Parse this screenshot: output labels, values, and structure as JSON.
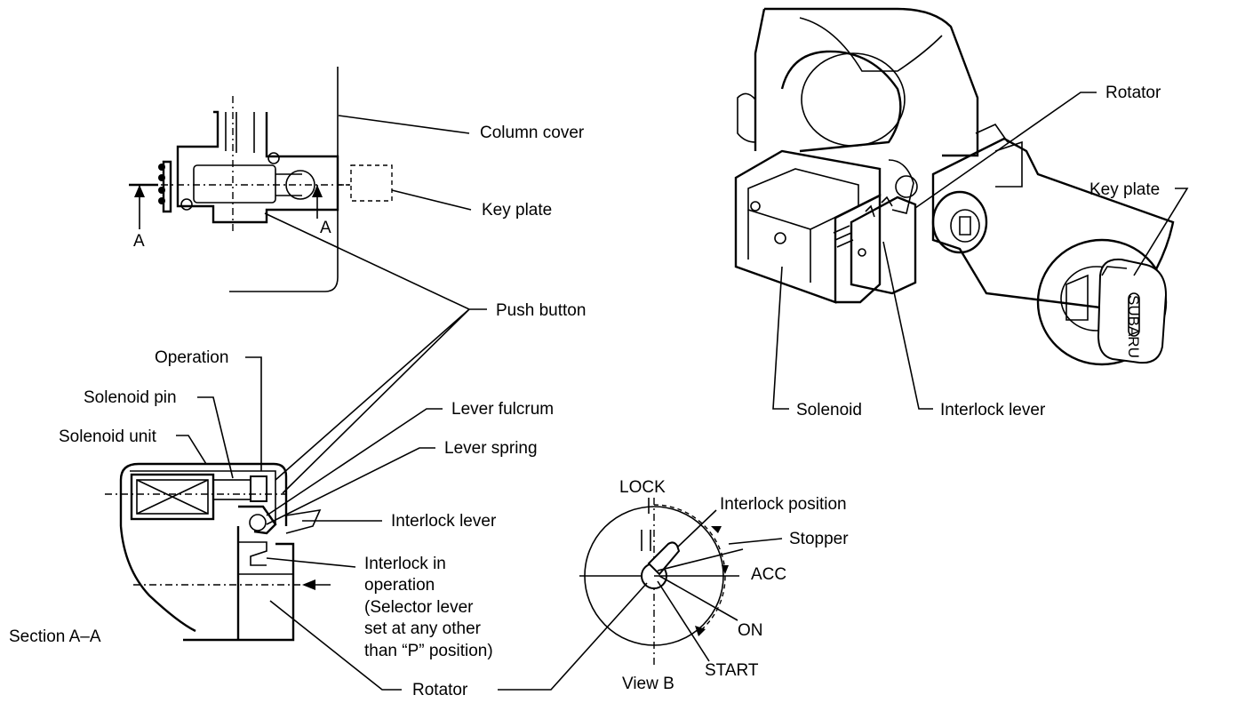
{
  "top_view": {
    "column_cover": "Column cover",
    "key_plate": "Key plate",
    "section_mark_left": "A",
    "section_mark_right": "A"
  },
  "push_button": "Push button",
  "section_view": {
    "operation": "Operation",
    "solenoid_pin": "Solenoid pin",
    "solenoid_unit": "Solenoid unit",
    "lever_fulcrum": "Lever fulcrum",
    "lever_spring": "Lever spring",
    "interlock_lever": "Interlock lever",
    "interlock_in_operation": [
      "Interlock in",
      "operation",
      "(Selector lever",
      "set at any other",
      "than “P” position)"
    ],
    "section_title": "Section A–A",
    "rotator": "Rotator"
  },
  "view_b": {
    "lock": "LOCK",
    "interlock_position": "Interlock position",
    "stopper": "Stopper",
    "acc": "ACC",
    "on": "ON",
    "start": "START",
    "title": "View B"
  },
  "iso_view": {
    "rotator": "Rotator",
    "key_plate": "Key plate",
    "solenoid": "Solenoid",
    "interlock_lever": "Interlock lever",
    "key_brand": "SUBARU"
  }
}
